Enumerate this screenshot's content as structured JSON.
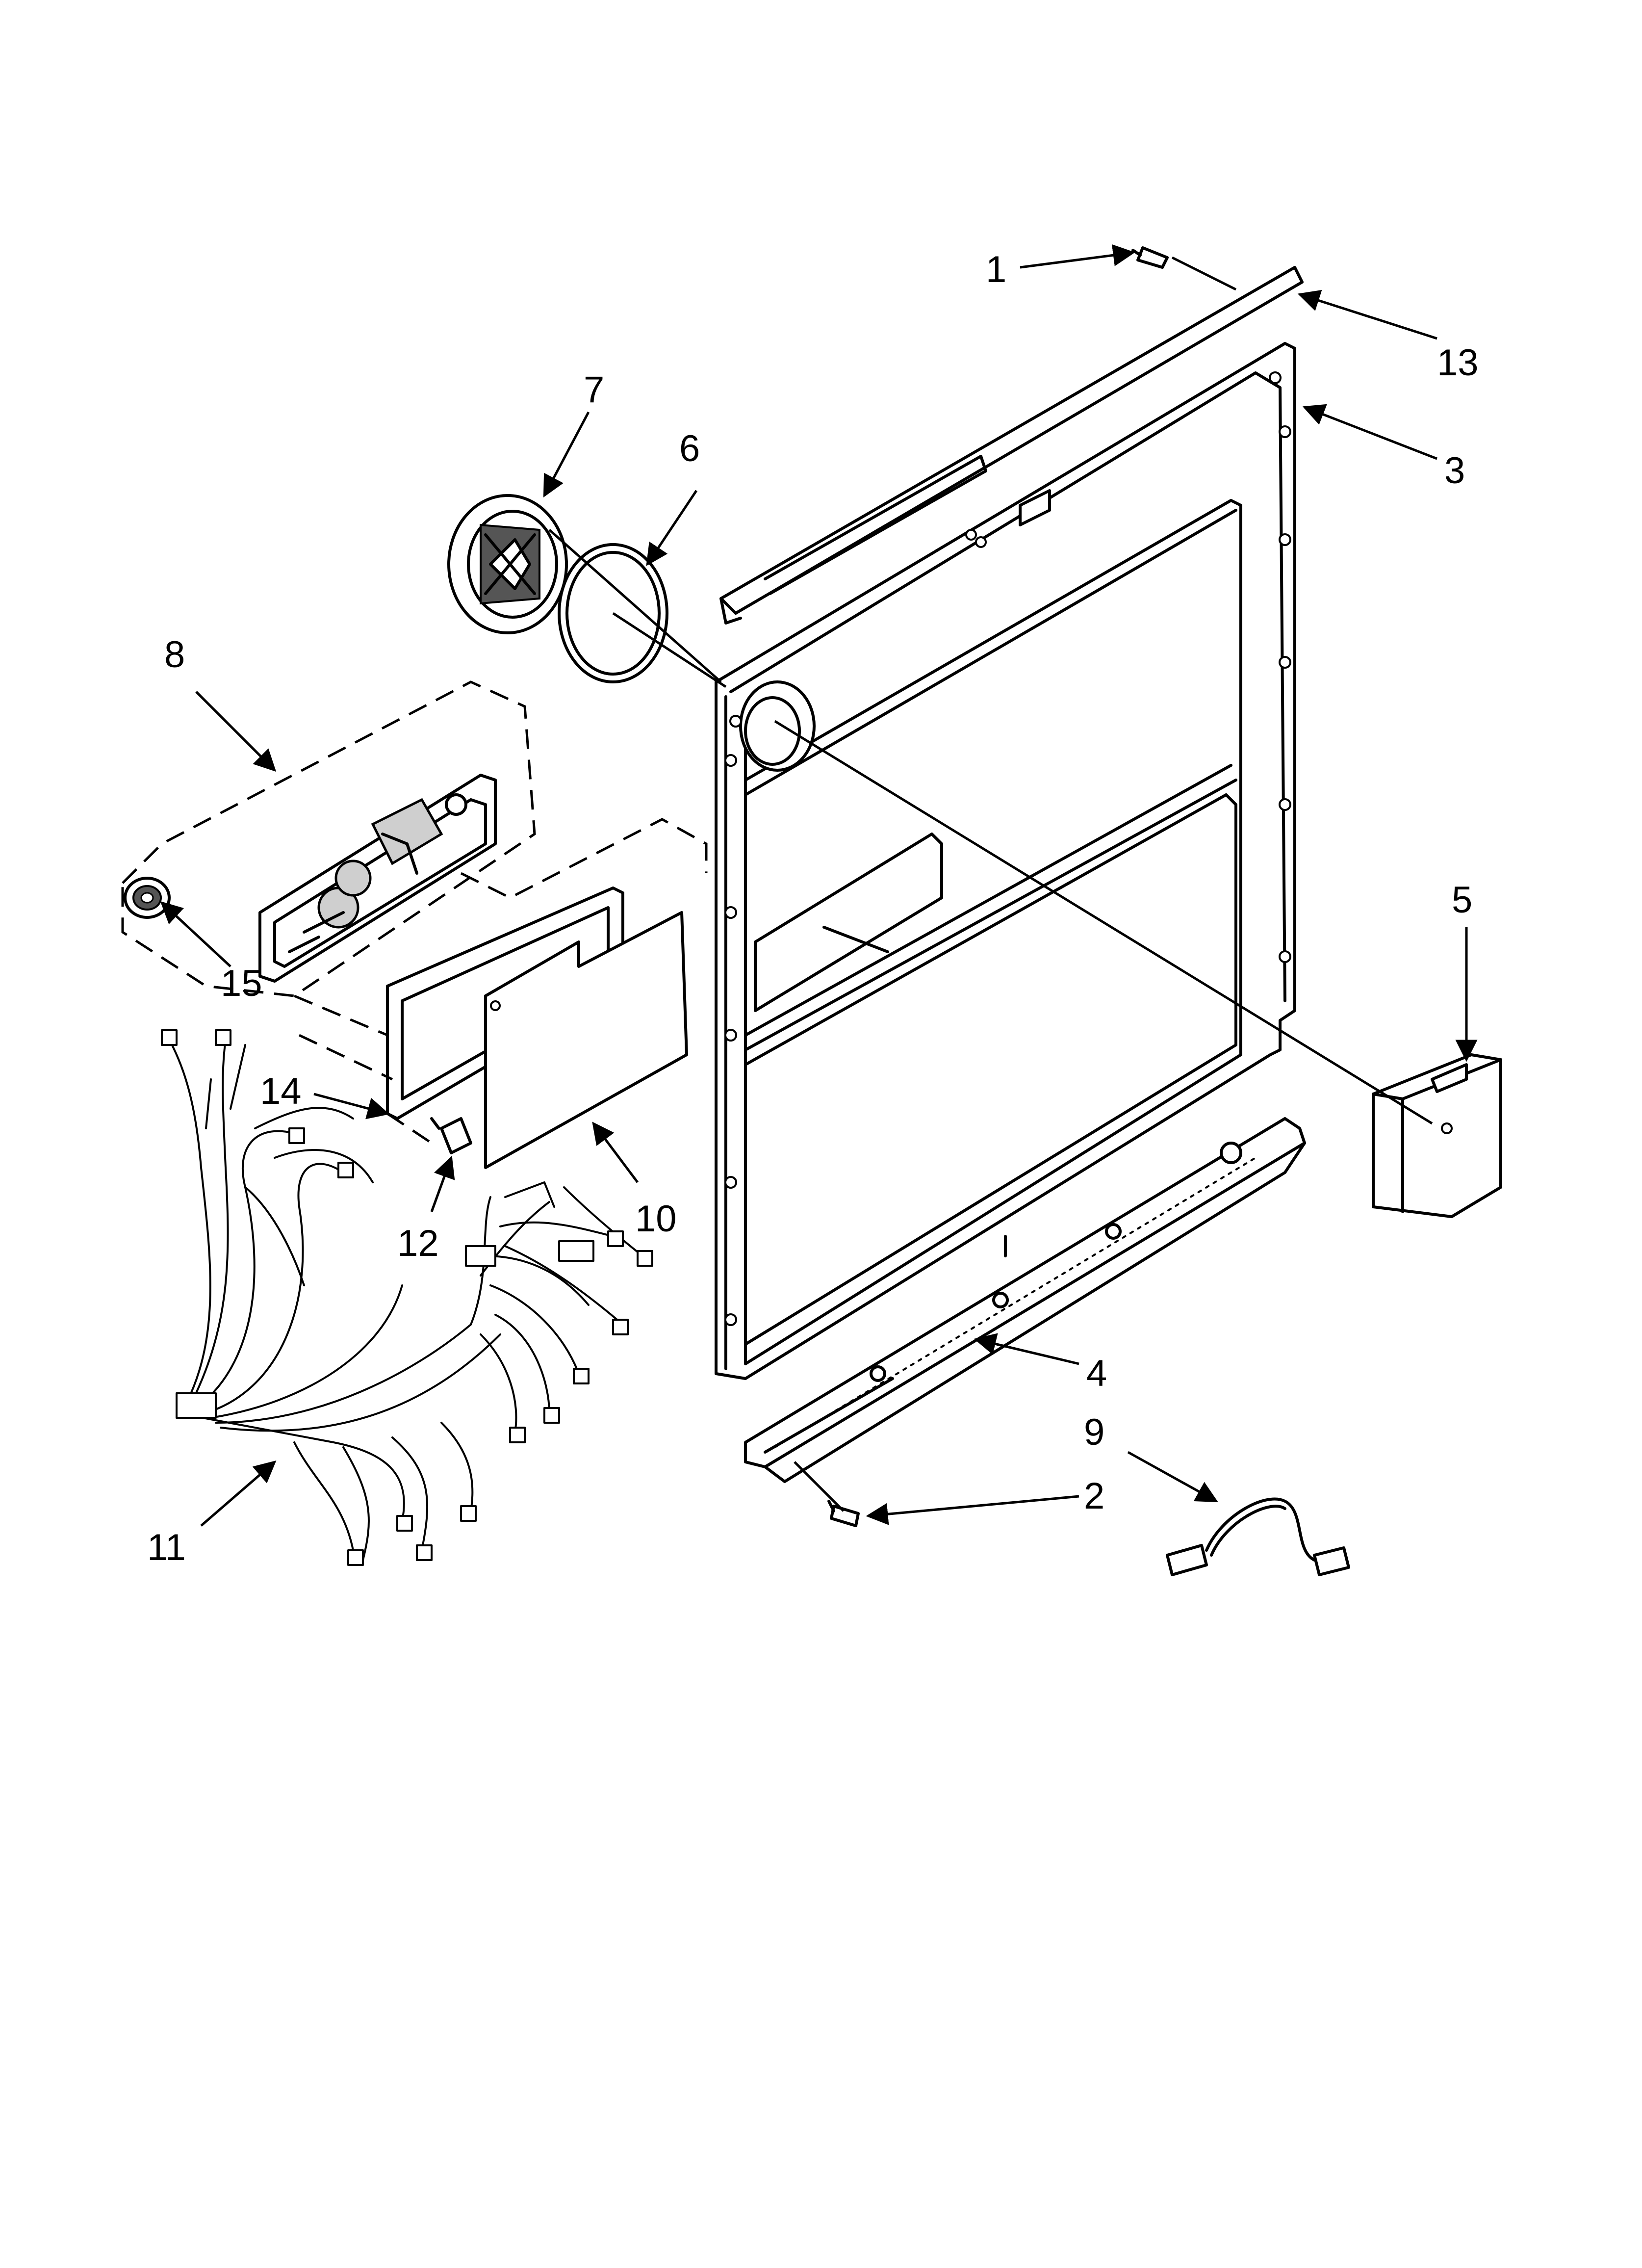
{
  "callouts": [
    "1",
    "2",
    "3",
    "4",
    "5",
    "6",
    "7",
    "8",
    "9",
    "10",
    "11",
    "12",
    "13",
    "14",
    "15"
  ],
  "colors": {
    "line": "#000000",
    "background": "#ffffff",
    "shade": "#cfcfcf"
  }
}
